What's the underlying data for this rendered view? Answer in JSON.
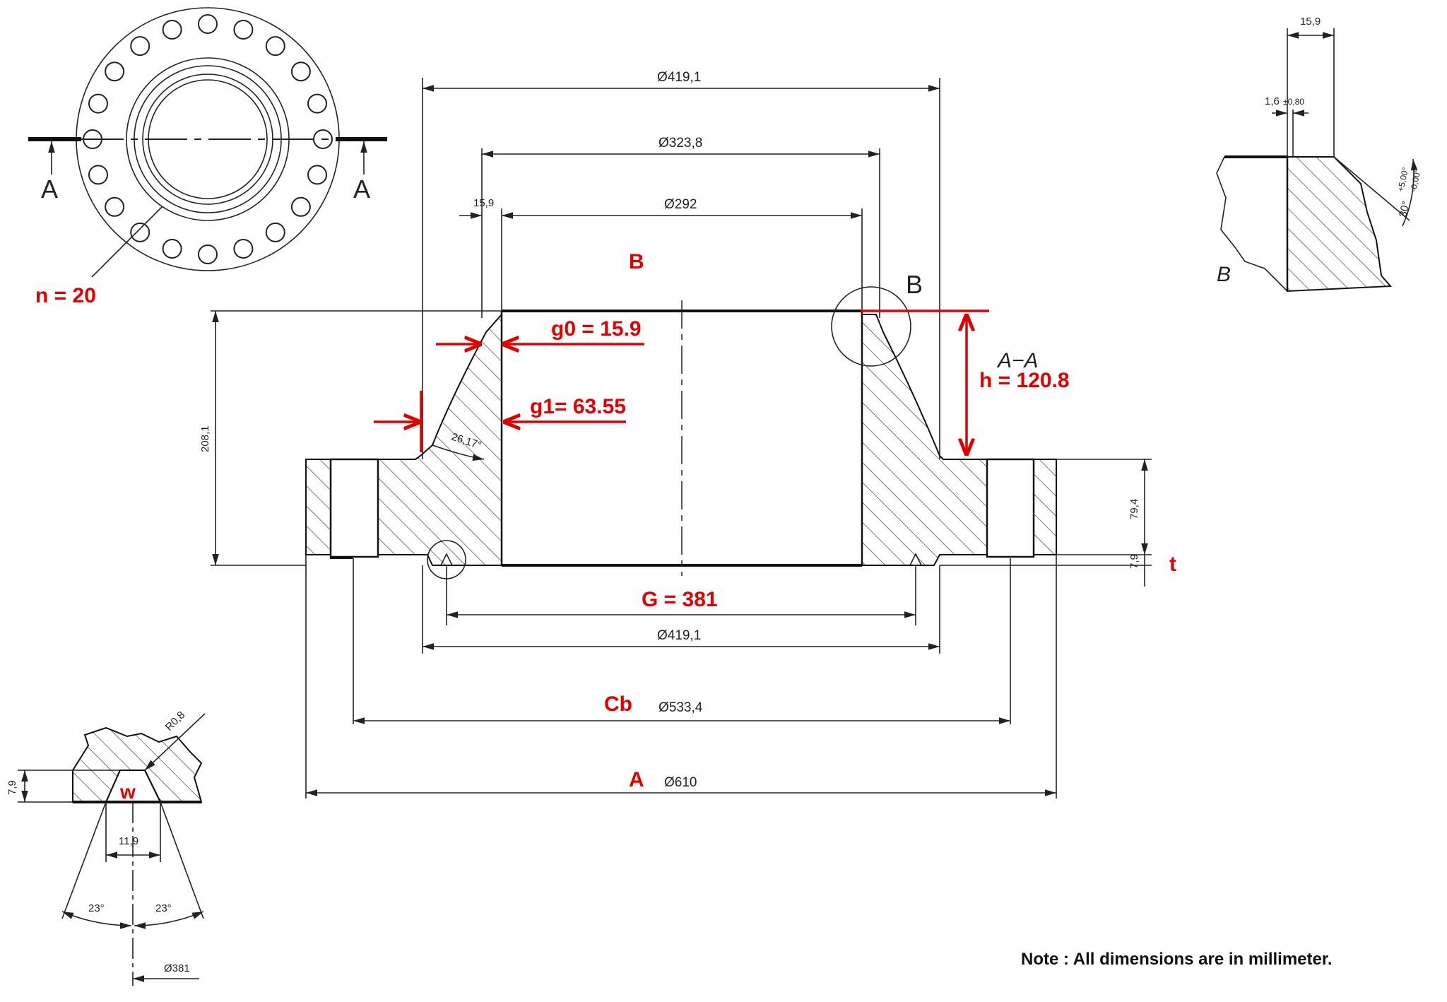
{
  "colors": {
    "ink": "#222222",
    "annotation": "#e00000",
    "hatch": "#333333"
  },
  "view_labels": {
    "section": "A−A",
    "cut_left": "A",
    "cut_right": "A",
    "detail_b": "B",
    "detail_b_tag": "B"
  },
  "annotations": {
    "n": "n = 20",
    "b": "B",
    "g0": "g0 = 15.9",
    "g1": "g1= 63.55",
    "h": "h = 120.8",
    "t": "t",
    "G": "G = 381",
    "Cb": "Cb",
    "A": "A",
    "w": "w"
  },
  "dimensions": {
    "d419_top": "Ø419,1",
    "d323": "Ø323,8",
    "d292": "Ø292",
    "wall": "15,9",
    "angle": "26,17°",
    "height": "208,1",
    "flange_thk": "79,4",
    "gasket_depth": "7,9",
    "d419_bottom": "Ø419,1",
    "d533": "Ø533,4",
    "d610": "Ø610"
  },
  "detail_b": {
    "width": "15,9",
    "land": "1,6",
    "land_tol": "±0,80",
    "bevel": "30°",
    "bevel_tol_plus": "+5,00°",
    "bevel_tol_minus": "-0,00°"
  },
  "groove_detail": {
    "depth": "7,9",
    "radius": "R0,8",
    "width": "11,9",
    "angle_left": "23°",
    "angle_right": "23°",
    "diameter": "Ø381"
  },
  "note": "Note : All dimensions are in millimeter."
}
